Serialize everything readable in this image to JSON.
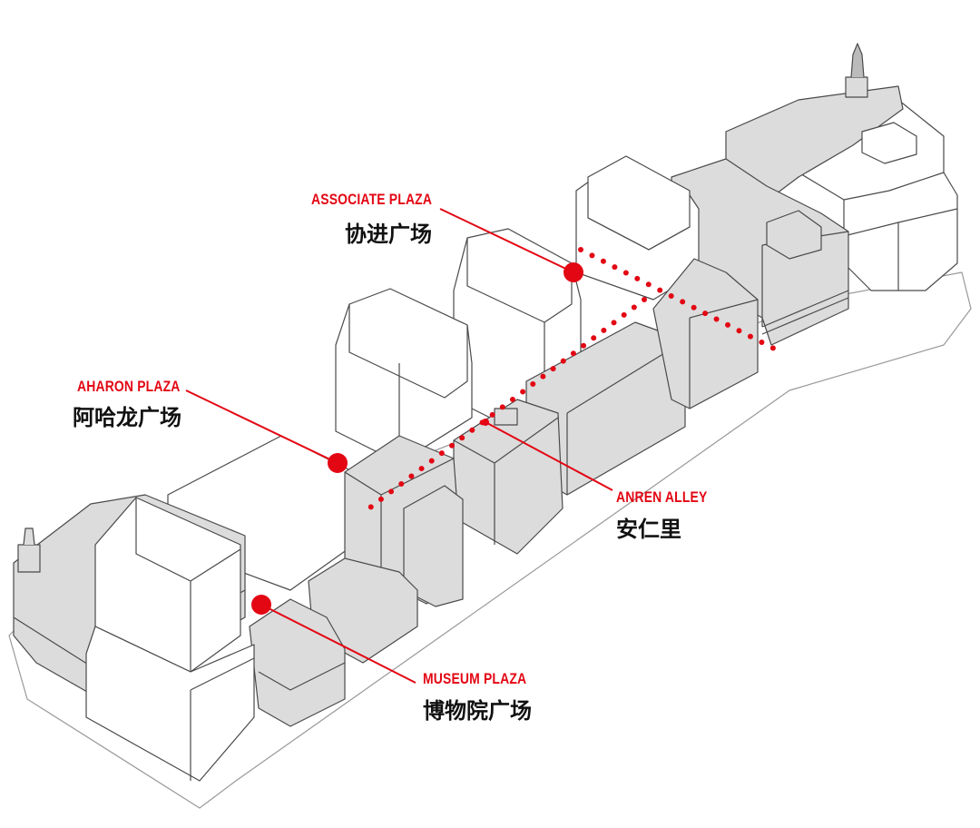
{
  "diagram": {
    "type": "isometric-site-axonometric",
    "colors": {
      "accent": "#e30613",
      "text": "#111111",
      "building_grey": "#dcdcdc",
      "building_white": "#ffffff",
      "outline": "#4a4a4a"
    },
    "route": {
      "style": "dotted",
      "color": "#e30613"
    },
    "labels": [
      {
        "id": "associate-plaza",
        "en": "ASSOCIATE PLAZA",
        "zh": "协进广场"
      },
      {
        "id": "aharon-plaza",
        "en": "AHARON PLAZA",
        "zh": "阿哈龙广场"
      },
      {
        "id": "anren-alley",
        "en": "ANREN ALLEY",
        "zh": "安仁里"
      },
      {
        "id": "museum-plaza",
        "en": "MUSEUM PLAZA",
        "zh": "博物院广场"
      }
    ]
  }
}
